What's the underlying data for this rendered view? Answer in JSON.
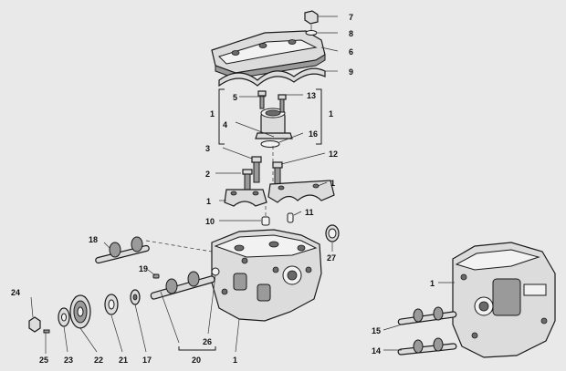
{
  "callouts": {
    "c1_a": "1",
    "c1_b": "1",
    "c1_c": "1",
    "c1_d": "1",
    "c1_e": "1",
    "c1_f": "1",
    "c2": "2",
    "c3": "3",
    "c4": "4",
    "c5": "5",
    "c6": "6",
    "c7": "7",
    "c8": "8",
    "c9": "9",
    "c10": "10",
    "c11": "11",
    "c12": "12",
    "c13": "13",
    "c14": "14",
    "c15": "15",
    "c16": "16",
    "c17": "17",
    "c19": "19",
    "c20": "20",
    "c21": "21",
    "c22": "22",
    "c23": "23",
    "c24": "24",
    "c25": "25",
    "c26": "26",
    "c27": "27",
    "c18": "18"
  }
}
